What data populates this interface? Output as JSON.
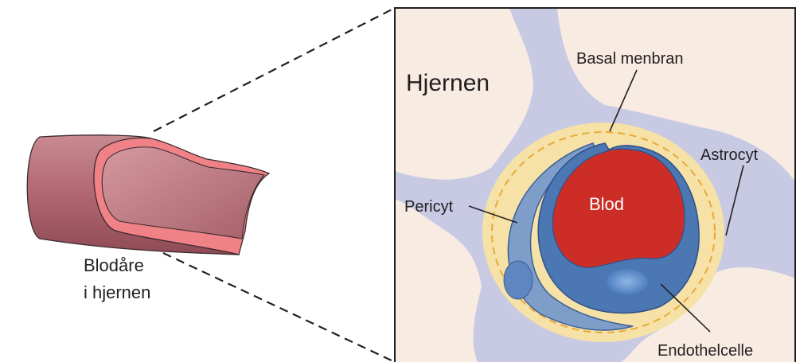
{
  "vessel_caption": {
    "line1": "Blodåre",
    "line2": "i hjernen"
  },
  "panel": {
    "title": "Hjernen",
    "labels": {
      "basal_membrane": "Basal menbran",
      "astrocyte": "Astrocyt",
      "pericyte": "Pericyt",
      "blood": "Blod",
      "endothelial_cell": "Endothelcelle"
    }
  },
  "colors": {
    "background": "#f7ebe2",
    "astrocyte": "#c7c9e3",
    "basal_membrane": "#f6e2a6",
    "basal_membrane_dash": "#e9a83a",
    "pericyte": "#7e9dc9",
    "endothelium": "#4b77b3",
    "blood": "#cd2d27",
    "vessel_outer": "#b76f77",
    "vessel_inner": "#ef8187"
  }
}
